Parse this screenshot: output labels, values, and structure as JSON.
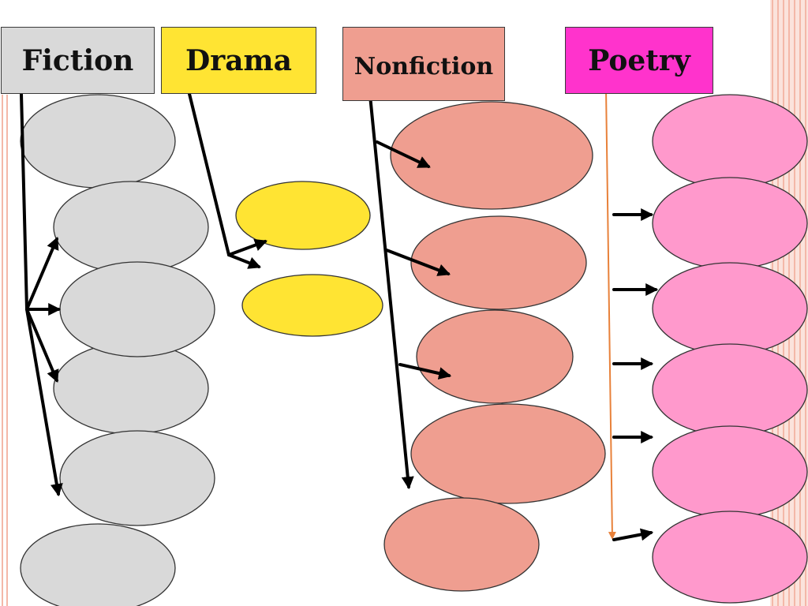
{
  "categories": {
    "fiction": {
      "label": "Fiction",
      "color": "#d9d9d9"
    },
    "drama": {
      "label": "Drama",
      "color": "#ffe433"
    },
    "nonfiction": {
      "label": "Nonfiction",
      "color": "#ef9e90"
    },
    "poetry": {
      "label": "Poetry",
      "color": "#ff33cc"
    }
  },
  "colors": {
    "fiction_oval": "#d9d9d9",
    "drama_oval": "#ffe433",
    "nonfiction_oval": "#ef9e90",
    "poetry_oval": "#ff99cc",
    "poetry_guide_line": "#e8813a",
    "border_stripes": "#f4b8a8"
  }
}
